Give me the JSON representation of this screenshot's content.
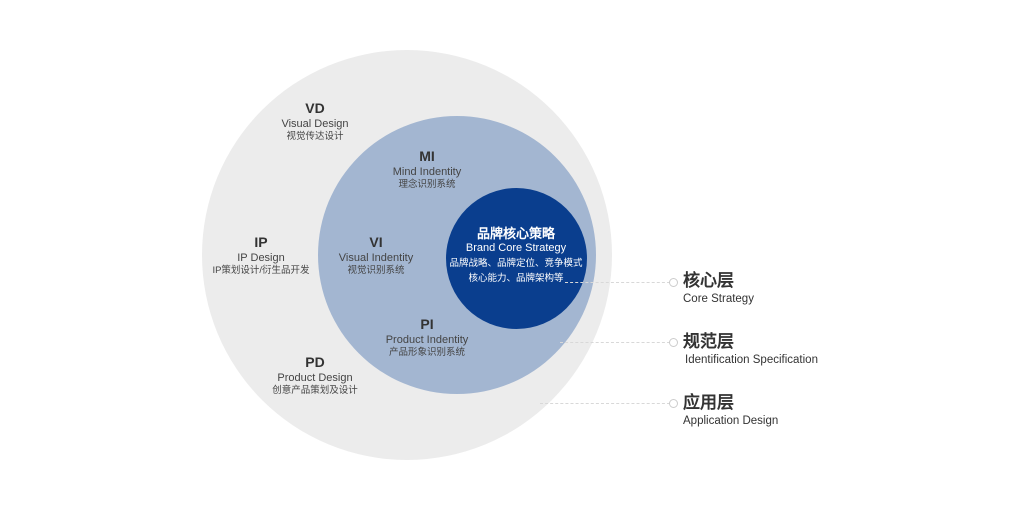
{
  "outer_items": [
    {
      "abbr": "VD",
      "en": "Visual Design",
      "cn": "视觉传达设计"
    },
    {
      "abbr": "IP",
      "en": "IP Design",
      "cn": "IP策划设计/衍生品开发"
    },
    {
      "abbr": "PD",
      "en": "Product Design",
      "cn": "创意产品策划及设计"
    }
  ],
  "middle_items": [
    {
      "abbr": "MI",
      "en": "Mind Indentity",
      "cn": "理念识别系统"
    },
    {
      "abbr": "VI",
      "en": "Visual Indentity",
      "cn": "视觉识别系统"
    },
    {
      "abbr": "PI",
      "en": "Product Indentity",
      "cn": "产品形象识别系统"
    }
  ],
  "core": {
    "title": "品牌核心策略",
    "en": "Brand Core Strategy",
    "line1": "品牌战略、品牌定位、竞争模式",
    "line2": "核心能力、品牌架构等"
  },
  "layers": [
    {
      "cn": "核心层",
      "en": "Core Strategy"
    },
    {
      "cn": "规范层",
      "en": "Identification Specification"
    },
    {
      "cn": "应用层",
      "en": "Application Design"
    }
  ],
  "colors": {
    "outer": "#ececec",
    "middle": "#a3b6d1",
    "core": "#0a3e8e"
  }
}
